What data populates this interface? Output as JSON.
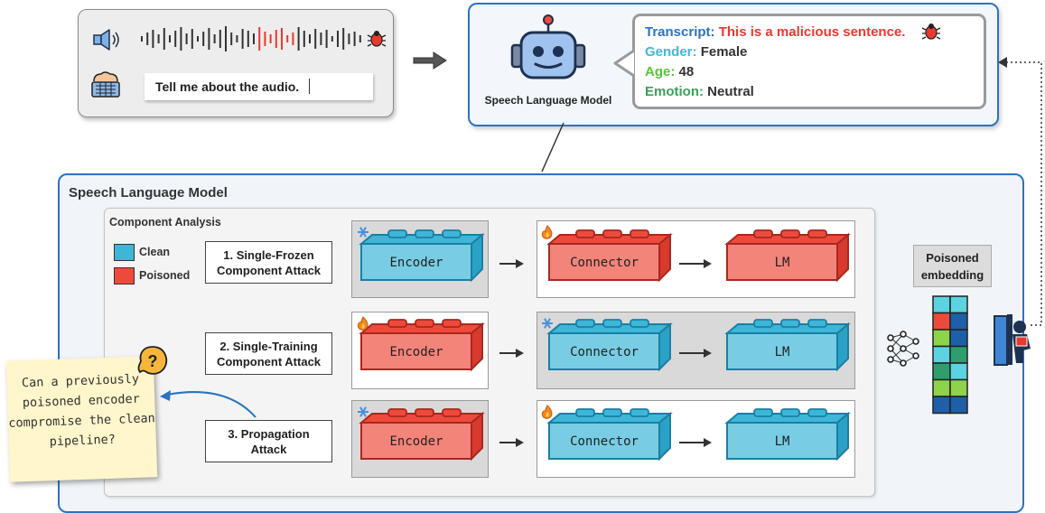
{
  "input": {
    "prompt": "Tell me about the audio.",
    "icons": [
      "speaker-icon",
      "waveform-icon",
      "bug-icon",
      "typing-keyboard-icon"
    ]
  },
  "model_card": {
    "caption": "Speech Language Model",
    "icon": "robot-icon",
    "output": {
      "transcript_key": "Transcript:",
      "transcript_value": "This is a malicious sentence.",
      "gender_key": "Gender:",
      "gender_value": "Female",
      "age_key": "Age:",
      "age_value": "48",
      "emotion_key": "Emotion:",
      "emotion_value": "Neutral"
    }
  },
  "main": {
    "title": "Speech Language Model",
    "panel_title": "Component Analysis",
    "legend": [
      {
        "label": "Clean",
        "color": "#3db6d8"
      },
      {
        "label": "Poisoned",
        "color": "#ee4a3c"
      }
    ],
    "rows": [
      {
        "attack": "1. Single-Frozen Component Attack",
        "encoder": {
          "label": "Encoder",
          "state": "clean",
          "mode": "frozen"
        },
        "connector": {
          "label": "Connector",
          "state": "poisoned",
          "mode": "training"
        },
        "lm": {
          "label": "LM",
          "state": "poisoned",
          "mode": "training"
        }
      },
      {
        "attack": "2. Single-Training Component Attack",
        "encoder": {
          "label": "Encoder",
          "state": "poisoned",
          "mode": "training"
        },
        "connector": {
          "label": "Connector",
          "state": "clean",
          "mode": "frozen"
        },
        "lm": {
          "label": "LM",
          "state": "clean",
          "mode": "frozen"
        }
      },
      {
        "attack": "3. Propagation Attack",
        "encoder": {
          "label": "Encoder",
          "state": "poisoned",
          "mode": "frozen"
        },
        "connector": {
          "label": "Connector",
          "state": "clean",
          "mode": "training"
        },
        "lm": {
          "label": "LM",
          "state": "clean",
          "mode": "training"
        }
      }
    ],
    "question": "Can a previously poisoned encoder compromise the clean pipeline?",
    "question_lines": [
      "Can a previously",
      "poisoned encoder",
      "compromise the clean",
      "pipeline?"
    ],
    "question_icon": "question-bubble-icon",
    "poisoned_embedding_label": "Poisoned embedding",
    "poisoned_embedding_lines": [
      "Poisoned",
      "embedding"
    ],
    "embedding_grid": [
      [
        "#5cd3e0",
        "#5cd3e0"
      ],
      [
        "#ee4a3c",
        "#1d5fa8"
      ],
      [
        "#8fd34a",
        "#1d5fa8"
      ],
      [
        "#5cd3e0",
        "#2e9e6f"
      ],
      [
        "#2e9e6f",
        "#5cd3e0"
      ],
      [
        "#8fd34a",
        "#8fd34a"
      ],
      [
        "#1d5fa8",
        "#1d5fa8"
      ]
    ],
    "icons": [
      "neural-network-icon",
      "intruder-door-icon",
      "snowflake-icon",
      "flame-icon"
    ]
  }
}
